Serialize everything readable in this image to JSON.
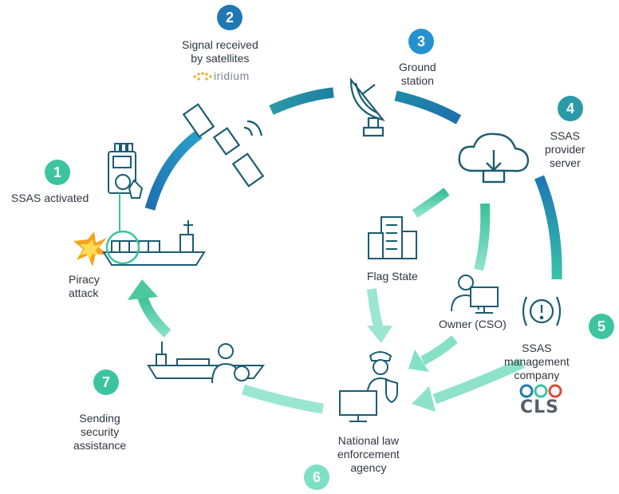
{
  "steps": [
    {
      "num": "1",
      "label": "SSAS activated"
    },
    {
      "num": "2",
      "label_l1": "Signal received",
      "label_l2": "by satellites"
    },
    {
      "num": "3",
      "label_l1": "Ground",
      "label_l2": "station"
    },
    {
      "num": "4",
      "label_l1": "SSAS",
      "label_l2": "provider",
      "label_l3": "server"
    },
    {
      "num": "5",
      "label_l1": "SSAS",
      "label_l2": "management",
      "label_l3": "company"
    },
    {
      "num": "6",
      "label_l1": "National law",
      "label_l2": "enforcement",
      "label_l3": "agency"
    },
    {
      "num": "7",
      "label_l1": "Sending",
      "label_l2": "security",
      "label_l3": "assistance"
    }
  ],
  "piracy": {
    "l1": "Piracy",
    "l2": "attack"
  },
  "flag_state": "Flag State",
  "owner": "Owner (CSO)",
  "logos": {
    "iridium": "iridium",
    "cls": "CLS"
  },
  "colors": {
    "blue_dark": "#1f78b4",
    "blue": "#2492cf",
    "teal": "#2a9aa8",
    "green": "#3cc4a0",
    "mint": "#7ddfc3",
    "icon": "#1b5c72"
  }
}
